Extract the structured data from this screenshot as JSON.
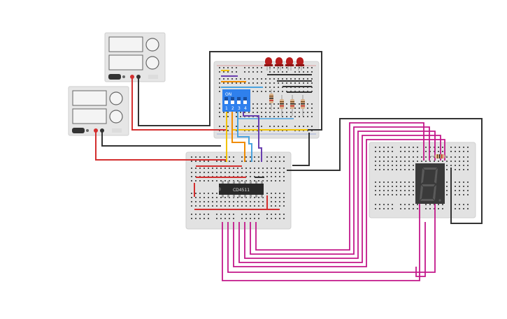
{
  "colors": {
    "canvas": "#ffffff",
    "board": "#e2e2e2",
    "supply_body": "#e6e6e6",
    "red_wire": "#d32f2f",
    "black_wire": "#333333",
    "magenta_wire": "#c2188a",
    "yellow_wire": "#f2c200",
    "orange_wire": "#f08c00",
    "purple_wire": "#6a3fb0",
    "blue_wire": "#4aa3df",
    "dip_switch": "#2f80ed",
    "led": "#b71c1c",
    "ic_body": "#2a2a2a",
    "display_body": "#3a3a3a",
    "segment_off": "#5a5a5a"
  },
  "power_supplies": [
    {
      "name": "supply-top",
      "terminal_icon": "power-terminal-icon"
    },
    {
      "name": "supply-left",
      "terminal_icon": "power-terminal-icon"
    }
  ],
  "dip_switch": {
    "on_label": "ON",
    "positions": [
      "1",
      "2",
      "3",
      "4"
    ]
  },
  "ic": {
    "label": "CD4511"
  },
  "seven_segment": {
    "digit": "8",
    "icon": "seven-segment-display-icon"
  },
  "leds": {
    "count": 4,
    "icon": "led-icon"
  }
}
